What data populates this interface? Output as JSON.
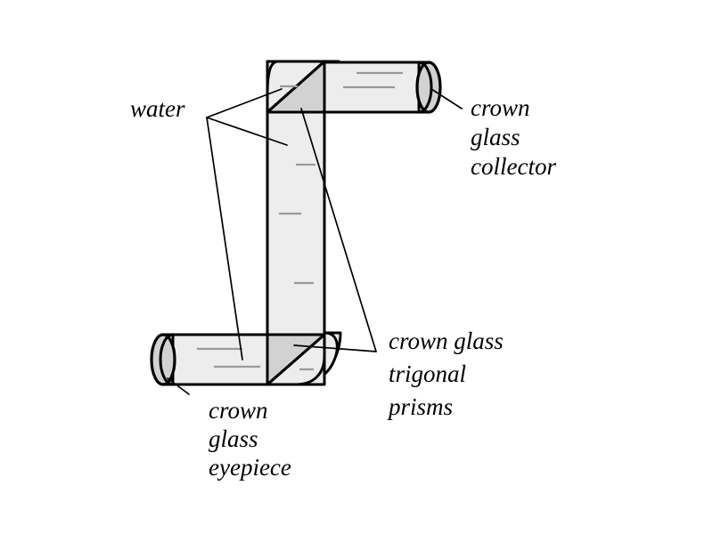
{
  "diagram": {
    "title": "Crown glass periscope with trigonal prisms",
    "background_color": "#ffffff",
    "outline_color": "#000000",
    "body_fill_color": "#ededed",
    "prism_fill_color": "#d2d2d2",
    "highlight_color": "#9a9a9a"
  },
  "labels": {
    "water": {
      "text": "water",
      "lines": [
        "water"
      ]
    },
    "collector": {
      "lines": [
        "crown",
        "glass",
        "collector"
      ],
      "line1": "crown",
      "line2": "glass",
      "line3": "collector"
    },
    "prisms": {
      "lines": [
        "crown glass",
        "trigonal",
        "prisms"
      ],
      "line1": "crown glass",
      "line2": "trigonal",
      "line3": "prisms"
    },
    "eyepiece": {
      "lines": [
        "crown",
        "glass",
        "eyepiece"
      ],
      "line1": "crown",
      "line2": "glass",
      "line3": "eyepiece"
    }
  },
  "parts": {
    "collector_tube": "crown glass collector tube",
    "eyepiece_tube": "crown glass eyepiece tube",
    "vertical_column": "water-filled vertical column",
    "upper_prism": "upper crown glass trigonal prism",
    "lower_prism": "lower crown glass trigonal prism",
    "collector_lens": "collector end lens",
    "eyepiece_lens": "eyepiece end lens"
  }
}
